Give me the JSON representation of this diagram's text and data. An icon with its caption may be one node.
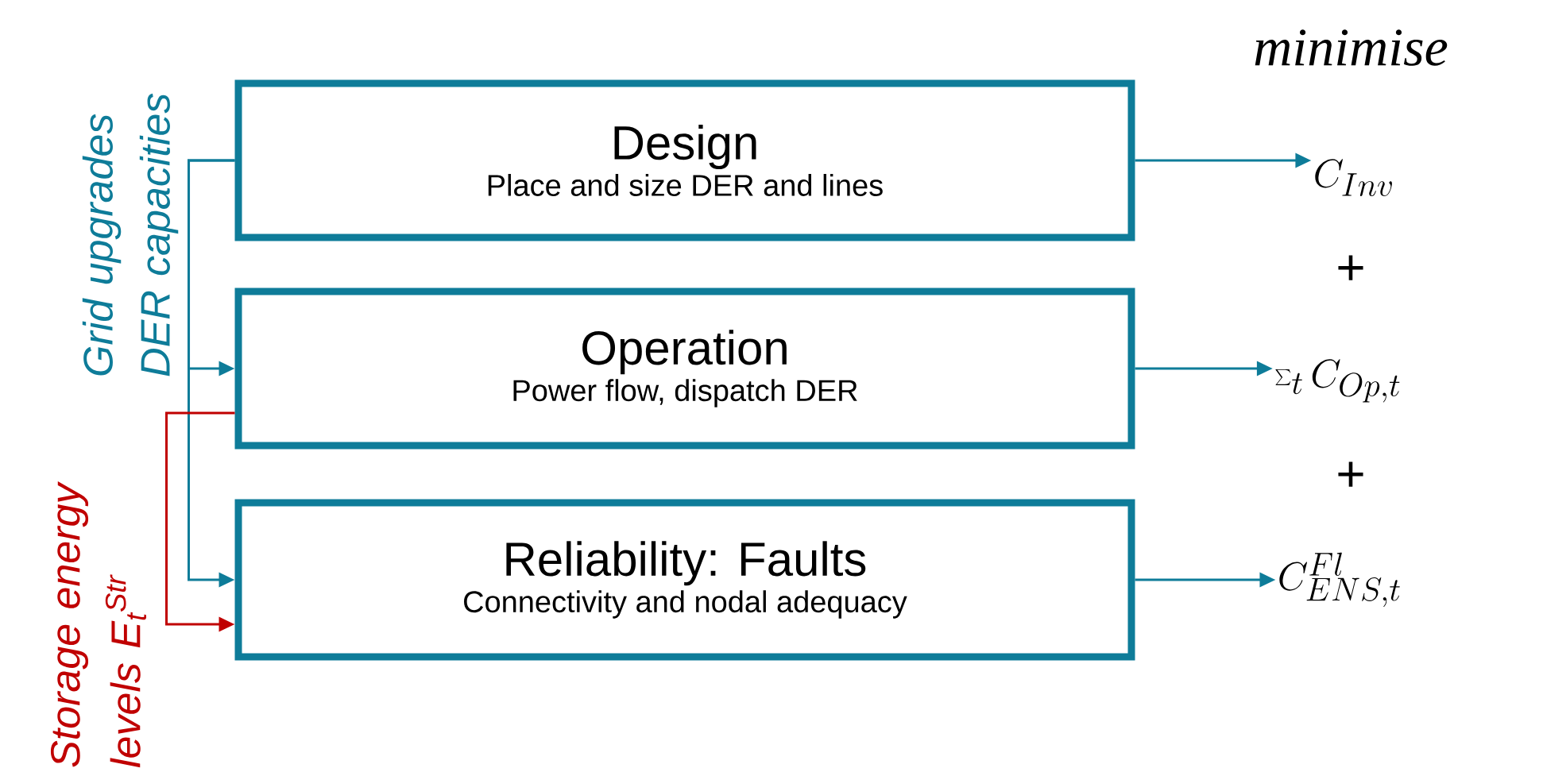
{
  "diagram": {
    "nodes": [
      {
        "text": [
          "Design",
          "Place and size DER and lines"
        ]
      },
      {
        "text": [
          "Operation",
          "Power flow, dispatch DER"
        ]
      },
      {
        "text": [
          "Reliability: Faults",
          "Connectivity and nodal adequacy"
        ]
      },
      {
        "text": [
          "C_{Inv}"
        ]
      },
      {
        "text": [
          "\\sum_t C_{Op,t}"
        ]
      },
      {
        "text": [
          "C_{ENS,t}^{Fl}"
        ]
      }
    ],
    "edges": [
      {
        "from": 0,
        "to": 1,
        "arrow": "to"
      },
      {
        "from": 0,
        "to": 2,
        "arrow": "to"
      },
      {
        "from": 1,
        "to": 2,
        "arrow": "to",
        "color": "#c00000"
      },
      {
        "from": 0,
        "to": 3,
        "arrow": "to"
      },
      {
        "from": 1,
        "to": 4,
        "arrow": "to"
      },
      {
        "from": 2,
        "to": 5,
        "arrow": "to"
      }
    ],
    "labels": [
      "minimise",
      "+",
      "+",
      "Grid upgrades DER capacities",
      "Storage energy levels *E*$_{t}$$^{Str}$"
    ]
  }
}
